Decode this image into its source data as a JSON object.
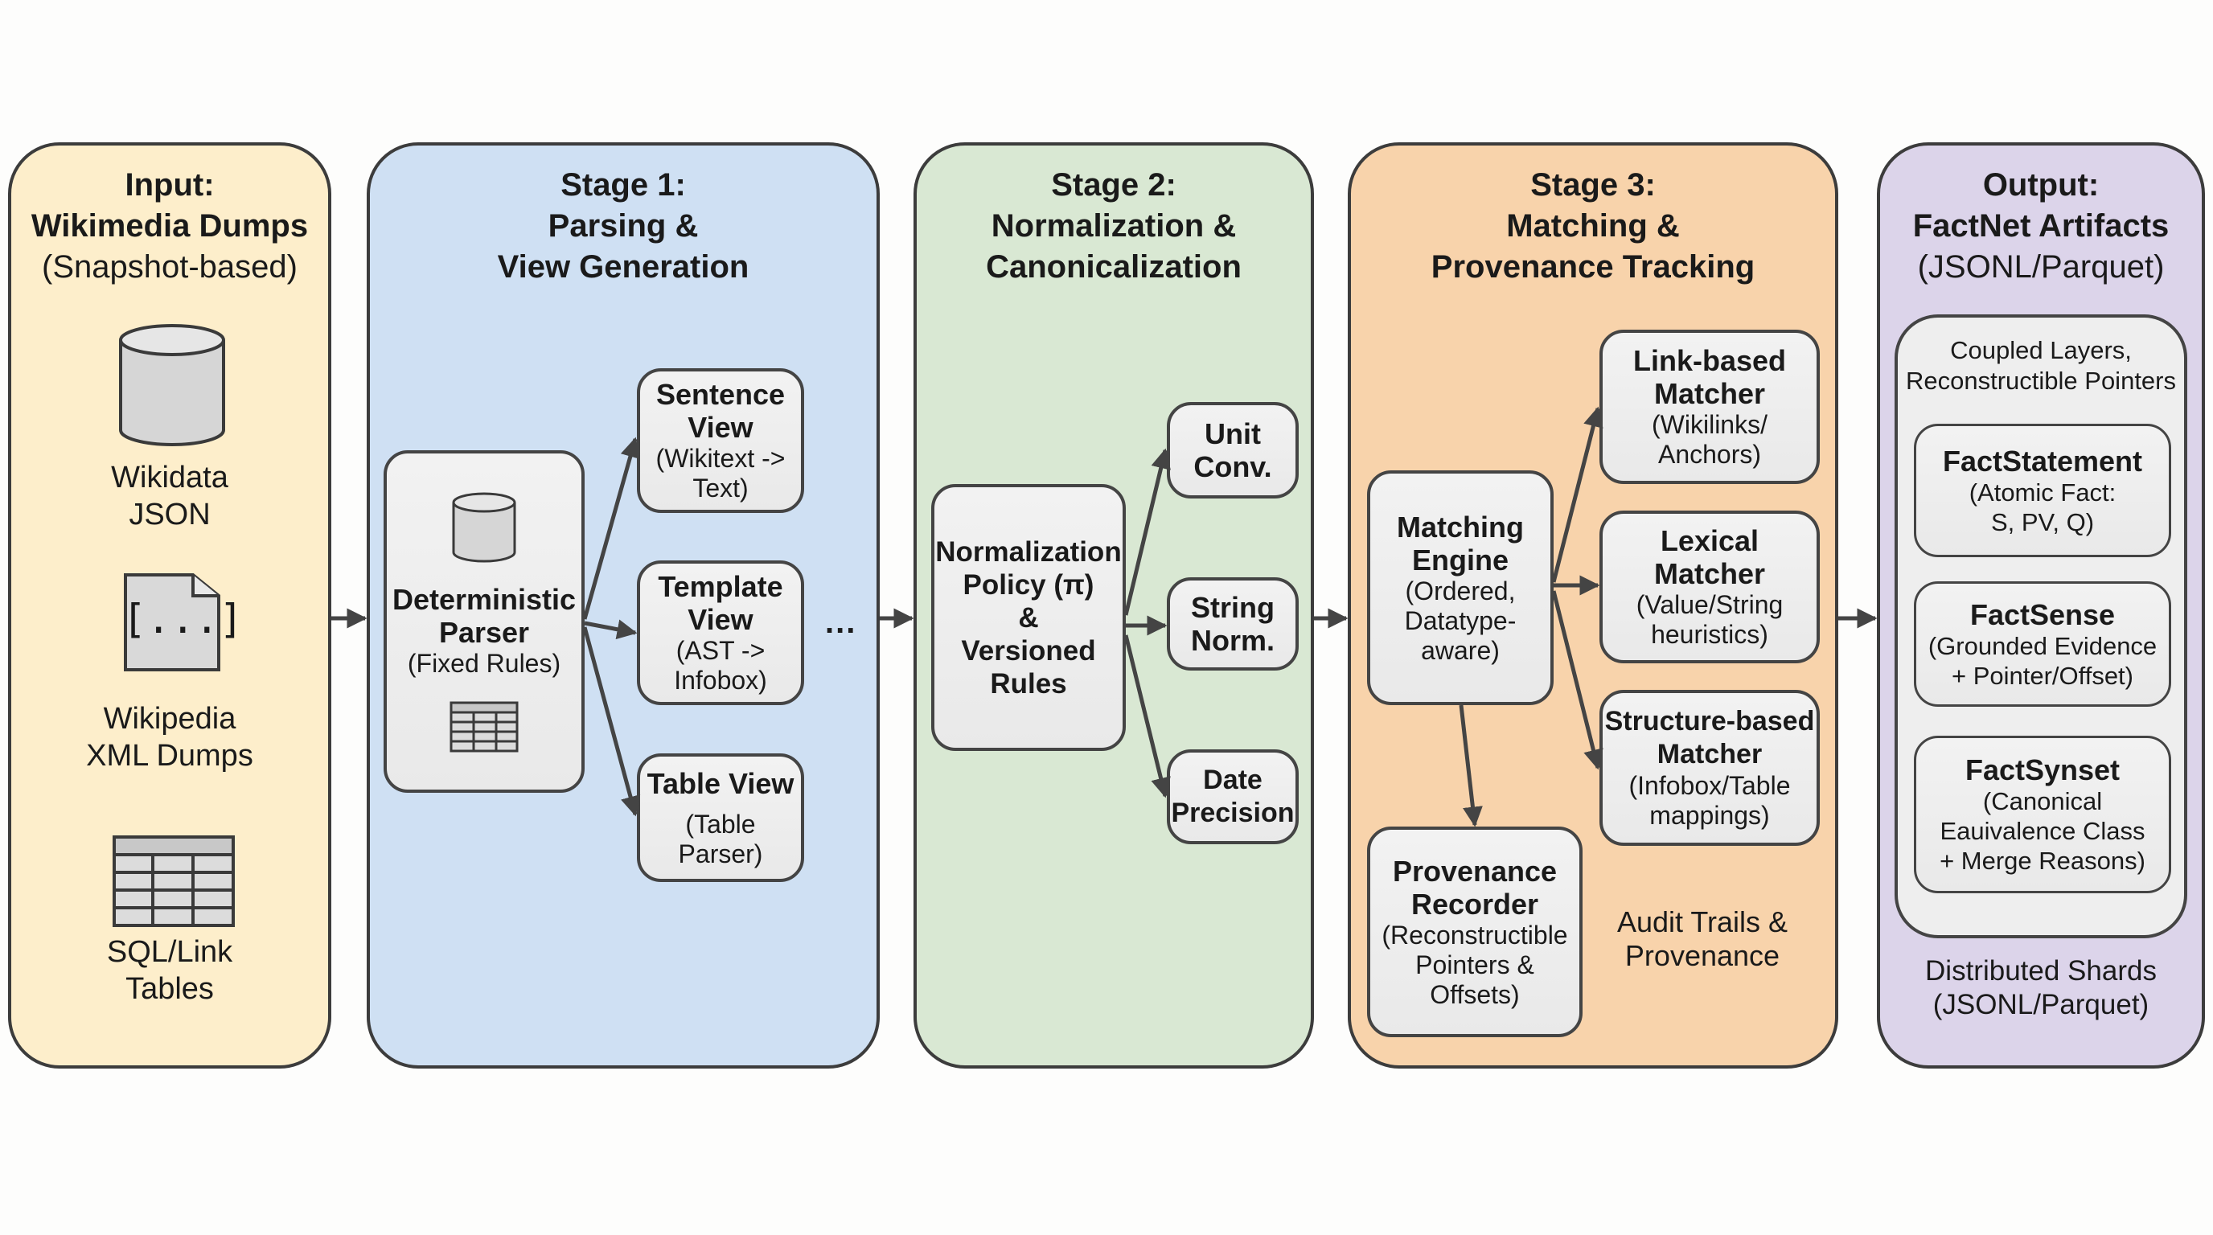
{
  "colors": {
    "input_bg": "#fdeecb",
    "stage1_bg": "#cfe0f3",
    "stage2_bg": "#d9e8d3",
    "stage3_bg": "#f8d3ab",
    "output_bg": "#dcd4ea",
    "node_bg": "#eeeeee",
    "stroke": "#444444"
  },
  "input": {
    "title_line1": "Input:",
    "title_line2": "Wikimedia Dumps",
    "title_line3": "(Snapshot-based)",
    "items": [
      {
        "icon": "database-icon",
        "label": "Wikidata\nJSON"
      },
      {
        "icon": "document-icon",
        "icon_text": "[...]",
        "label": "Wikipedia\nXML Dumps"
      },
      {
        "icon": "table-icon",
        "label": "SQL/Link\nTables"
      }
    ]
  },
  "stage1": {
    "title_line1": "Stage 1:",
    "title_line2": "Parsing &",
    "title_line3": "View Generation",
    "parser": {
      "title": "Deterministic\nParser",
      "subtitle": "(Fixed Rules)"
    },
    "views": [
      {
        "title": "Sentence\nView",
        "subtitle": "(Wikitext ->\nText)"
      },
      {
        "title": "Template\nView",
        "subtitle": "(AST ->\nInfobox)"
      },
      {
        "title": "Table View",
        "subtitle": "(Table\nParser)"
      }
    ],
    "ellipsis": "..."
  },
  "stage2": {
    "title_line1": "Stage 2:",
    "title_line2": "Normalization &",
    "title_line3": "Canonicalization",
    "policy": {
      "title": "Normalization\nPolicy (π)\n&\nVersioned\nRules"
    },
    "rules": [
      {
        "title": "Unit\nConv."
      },
      {
        "title": "String\nNorm."
      },
      {
        "title": "Date\nPrecision"
      }
    ]
  },
  "stage3": {
    "title_line1": "Stage 3:",
    "title_line2": "Matching &",
    "title_line3": "Provenance Tracking",
    "engine": {
      "title": "Matching\nEngine",
      "subtitle": "(Ordered,\nDatatype-\naware)"
    },
    "matchers": [
      {
        "title": "Link-based\nMatcher",
        "subtitle": "(Wikilinks/\nAnchors)"
      },
      {
        "title": "Lexical\nMatcher",
        "subtitle": "(Value/String\nheuristics)"
      },
      {
        "title": "Structure-based\nMatcher",
        "subtitle": "(Infobox/Table\nmappings)"
      }
    ],
    "recorder": {
      "title": "Provenance\nRecorder",
      "subtitle": "(Reconstructible\nPointers &\nOffsets)"
    },
    "audit_note": "Audit Trails &\nProvenance"
  },
  "output": {
    "title_line1": "Output:",
    "title_line2": "FactNet Artifacts",
    "title_line3": "(JSONL/Parquet)",
    "container_label": "Coupled Layers,\nReconstructible Pointers",
    "artifacts": [
      {
        "title": "FactStatement",
        "subtitle": "(Atomic Fact:\nS, PV, Q)"
      },
      {
        "title": "FactSense",
        "subtitle": "(Grounded Evidence\n+ Pointer/Offset)"
      },
      {
        "title": "FactSynset",
        "subtitle": "(Canonical\nEauivalence Class\n+ Merge Reasons)"
      }
    ],
    "footer": "Distributed Shards\n(JSONL/Parquet)"
  }
}
